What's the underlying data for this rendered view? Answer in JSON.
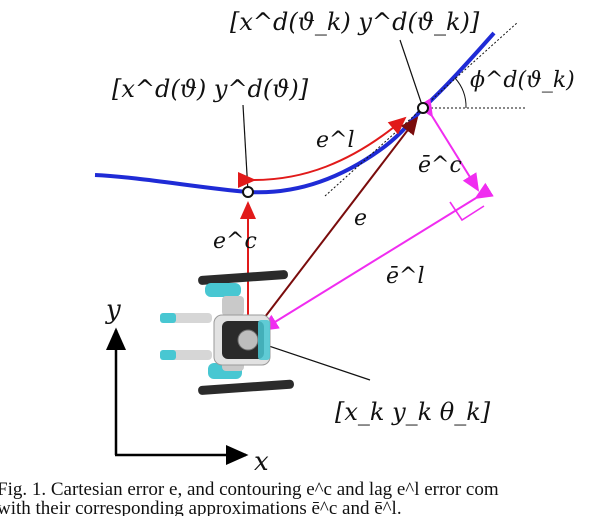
{
  "colors": {
    "path": "#1f2bd6",
    "lag_error": "#e11a1a",
    "cartesian_error": "#7a0c0c",
    "approx_error": "#f02df0",
    "robot_body": "#d8d8d8",
    "robot_accent": "#48c7d2",
    "axes": "#000000"
  },
  "labels": {
    "top_bracket": "[x^d(ϑ_k)   y^d(ϑ_k)]",
    "left_bracket": "[x^d(ϑ)   y^d(ϑ)]",
    "heading_angle": "ϕ^d(ϑ_k)",
    "lag_error": "e^l",
    "contour_error": "e^c",
    "cartesian_error": "e",
    "approx_contour": "ē^c",
    "approx_lag": "ē^l",
    "robot_pose": "[x_k   y_k   θ_k]",
    "axis_x": "x",
    "axis_y": "y"
  },
  "caption": {
    "line1": "Fig. 1.    Cartesian error e, and contouring e^c and lag e^l error com",
    "line2": "with their corresponding approximations ē^c and ē^l."
  },
  "icons": {
    "robot": "quadruped-robot-icon"
  }
}
